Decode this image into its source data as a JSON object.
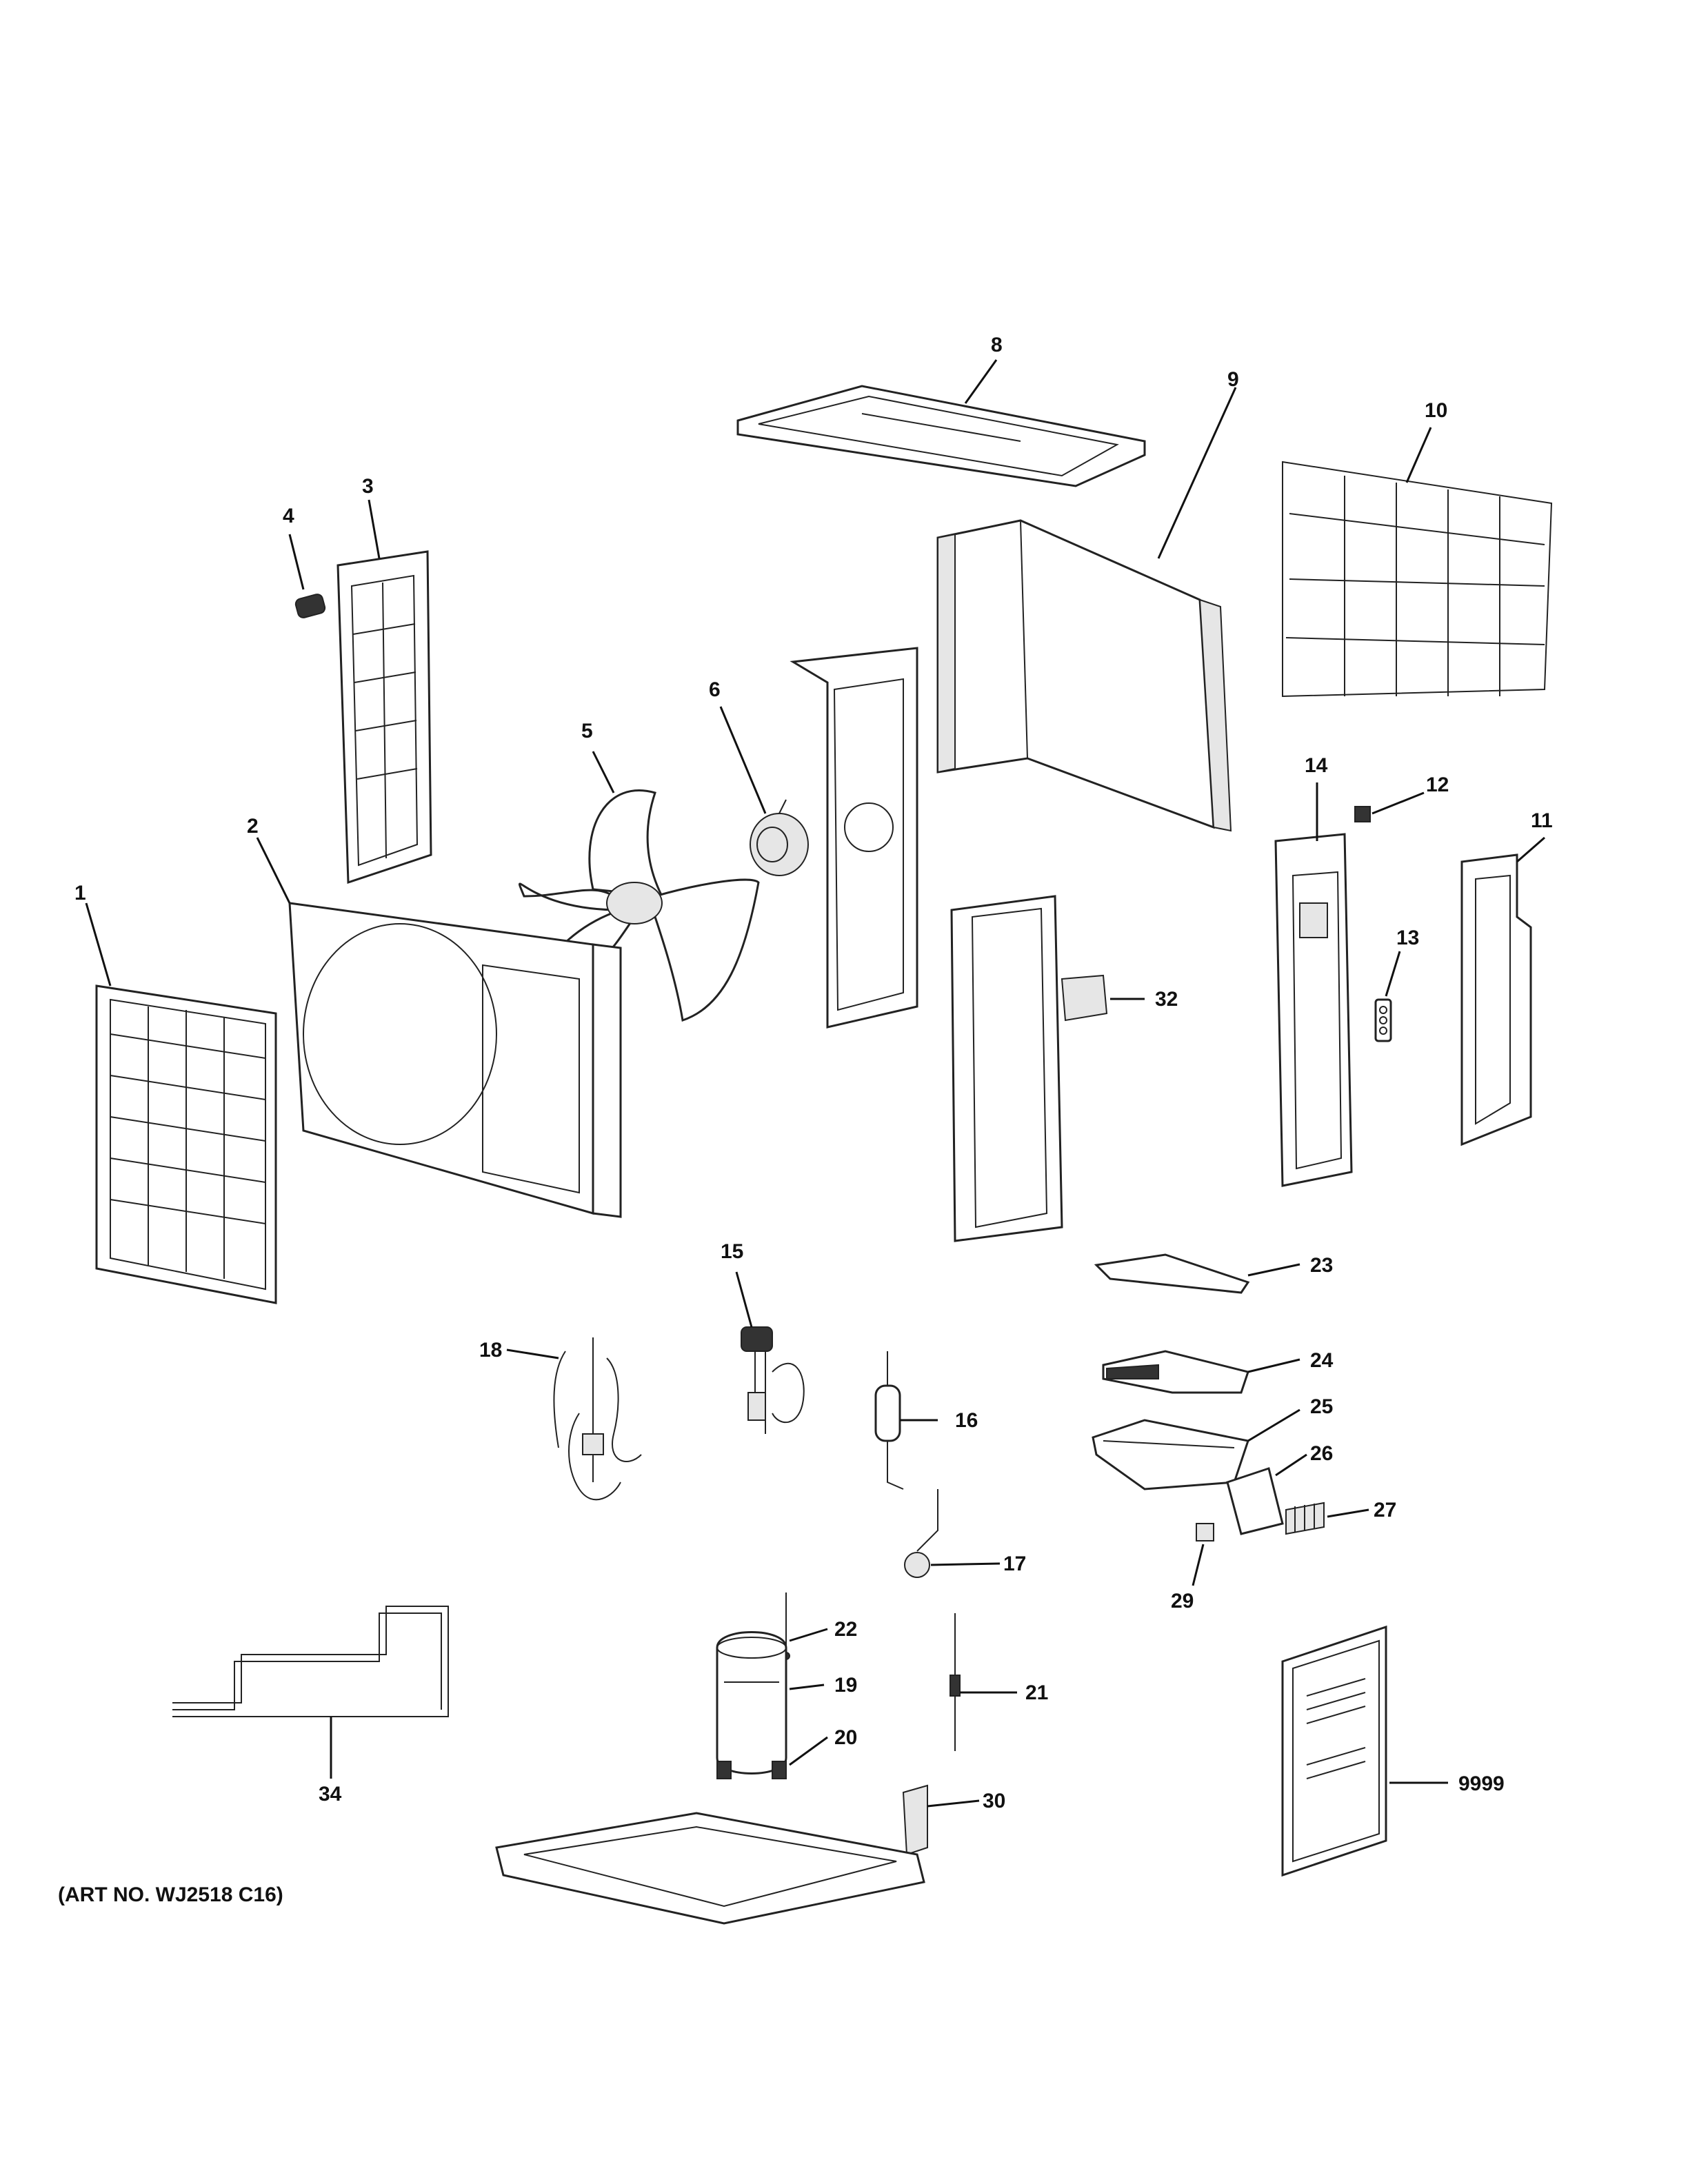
{
  "callouts": {
    "c1": "1",
    "c2": "2",
    "c3": "3",
    "c4": "4",
    "c5": "5",
    "c6": "6",
    "c8": "8",
    "c9": "9",
    "c10": "10",
    "c11": "11",
    "c12": "12",
    "c13": "13",
    "c14": "14",
    "c15": "15",
    "c16": "16",
    "c17": "17",
    "c18": "18",
    "c19": "19",
    "c20": "20",
    "c21": "21",
    "c22": "22",
    "c23": "23",
    "c24": "24",
    "c25": "25",
    "c26": "26",
    "c27": "27",
    "c29": "29",
    "c30": "30",
    "c32": "32",
    "c34": "34",
    "c9999": "9999"
  },
  "art_number": "(ART NO. WJ2518 C16)"
}
